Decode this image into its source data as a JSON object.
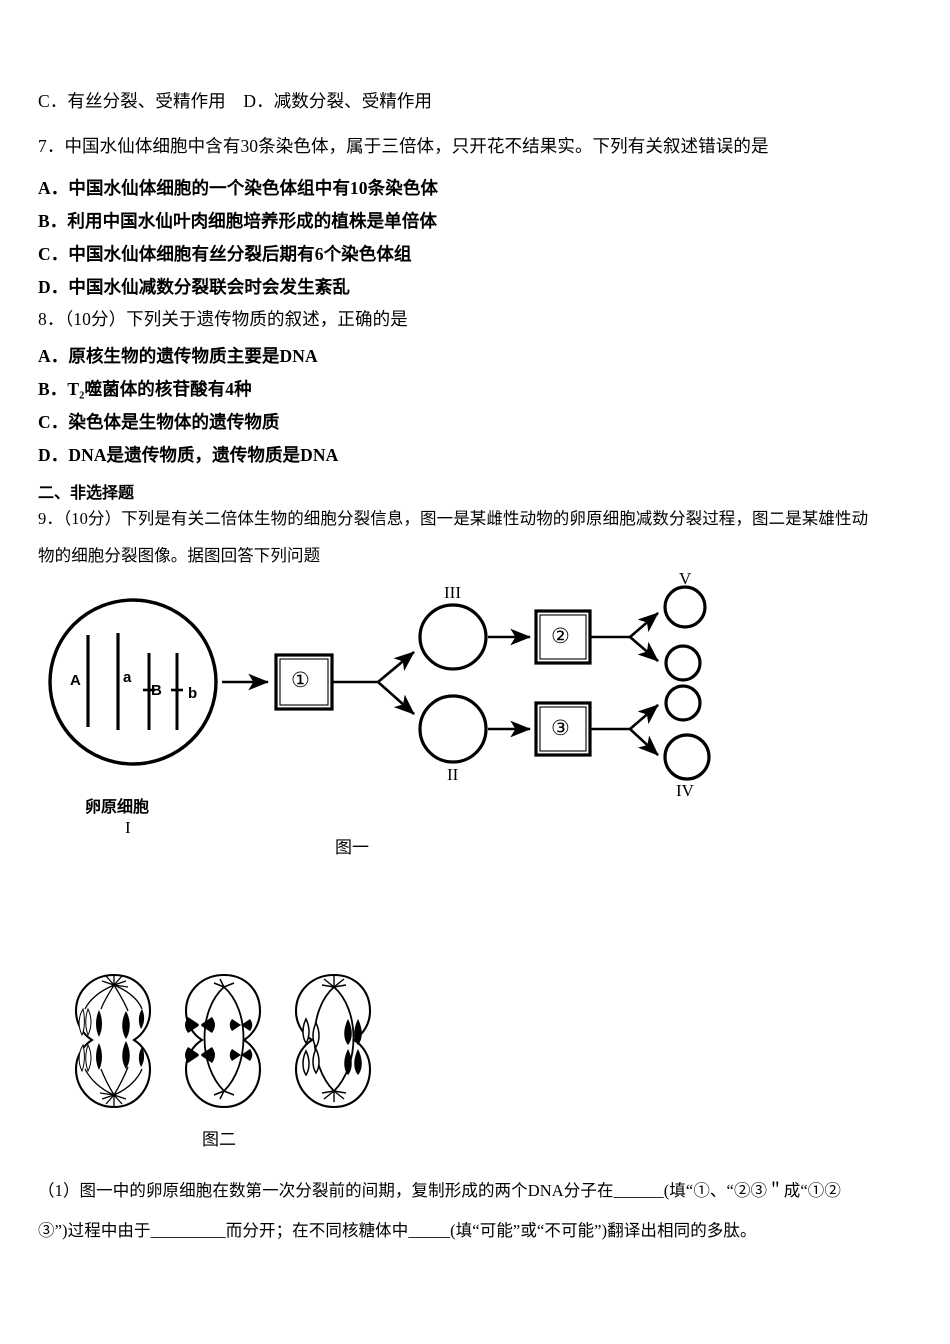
{
  "document": {
    "questions": [
      {
        "id": "q6-options-cd",
        "type": "option-row",
        "text": "C．有丝分裂、受精作用　D．减数分裂、受精作用"
      },
      {
        "id": "q7",
        "number": "7．",
        "stem": "中国水仙体细胞中含有30条染色体，属于三倍体，只开花不结果实。下列有关叙述错误的是",
        "options": [
          "A．中国水仙体细胞的一个染色体组中有10条染色体",
          "B．利用中国水仙叶肉细胞培养形成的植株是单倍体",
          "C．中国水仙体细胞有丝分裂后期有6个染色体组",
          "D．中国水仙减数分裂联会时会发生紊乱"
        ]
      },
      {
        "id": "q8",
        "number": "8．",
        "stem": "（10分）下列关于遗传物质的叙述，正确的是",
        "options": [
          "A．原核生物的遗传物质主要是DNA",
          "B．T₂噬菌体的核苷酸有4种",
          "C．染色体是生物体的遗传物质",
          "D．DNA是遗传物质，遗传物质是DNA"
        ]
      }
    ],
    "section_two_title": "二、非选择题",
    "q9": {
      "number": "9．",
      "stem_line1": "（10分）下列是有关二倍体生物的细胞分裂信息，图一是某雌性动物的卵原细胞减数分裂过程，图二是某雄性动",
      "stem_line2": "物的细胞分裂图像。据图回答下列问题",
      "sub1_line1": "（1）图一中的卵原细胞在数第一次分裂前的间期，复制形成的两个DNA分子在______(填“①、“②③＂成“①②",
      "sub1_line2": "③”)过程中由于_________而分开；在不同核糖体中_____(填“可能”或“不可能”)翻译出相同的多肽。"
    },
    "figure_one": {
      "caption": "图一",
      "cell_label": "卵原细胞",
      "cell_roman": "I",
      "chromosome_labels": [
        "A",
        "a",
        "B",
        "b"
      ],
      "process_boxes": [
        "①",
        "②",
        "③"
      ],
      "intermediate_labels": [
        "III",
        "II"
      ],
      "product_labels": [
        "V",
        "IV"
      ]
    },
    "figure_two": {
      "caption": "图二",
      "cells": [
        "anaphase-mitosis",
        "metaphase-meiosis-I",
        "anaphase-meiosis-II"
      ]
    }
  },
  "colors": {
    "ink": "#000000",
    "paper": "#ffffff"
  }
}
